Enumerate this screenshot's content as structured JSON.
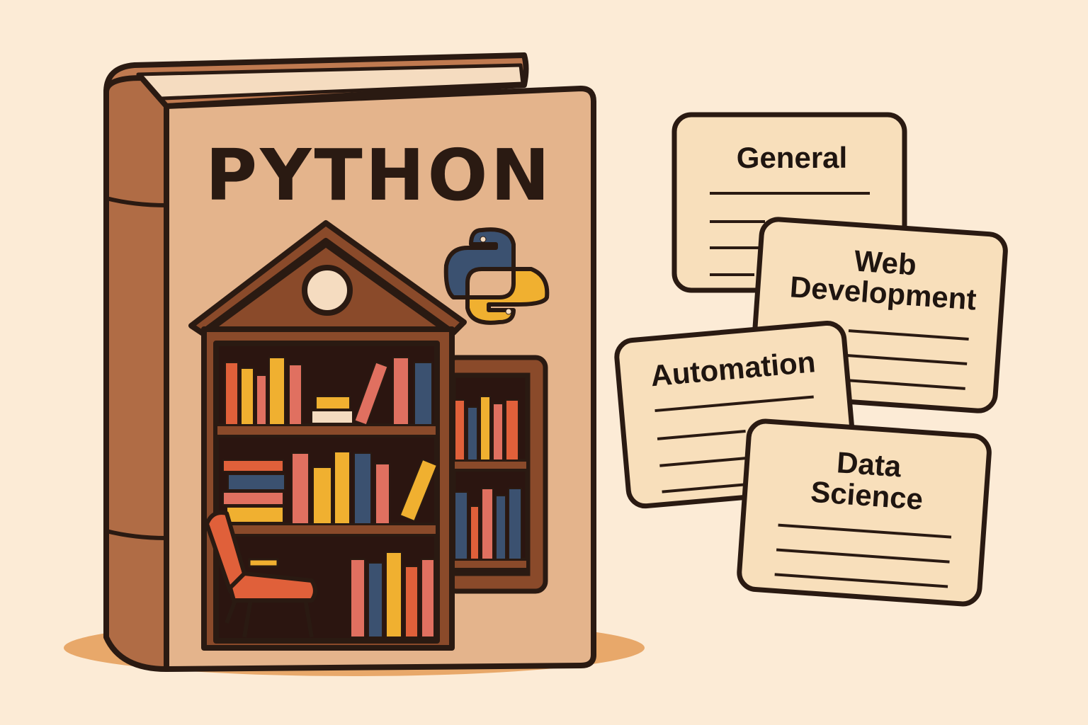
{
  "book": {
    "title": "PYTHON"
  },
  "cards": [
    {
      "lines": [
        "General"
      ]
    },
    {
      "lines": [
        "Web",
        "Development"
      ]
    },
    {
      "lines": [
        "Automation"
      ]
    },
    {
      "lines": [
        "Data",
        "Science"
      ]
    }
  ],
  "colors": {
    "background": "#fcebd6",
    "cover": "#e4b48c",
    "spine": "#b06c45",
    "outline": "#2a1a12",
    "card": "#f8dfbb",
    "shelf": "#8a4a2a",
    "python_blue": "#3b5170",
    "python_yellow": "#f0b030"
  }
}
